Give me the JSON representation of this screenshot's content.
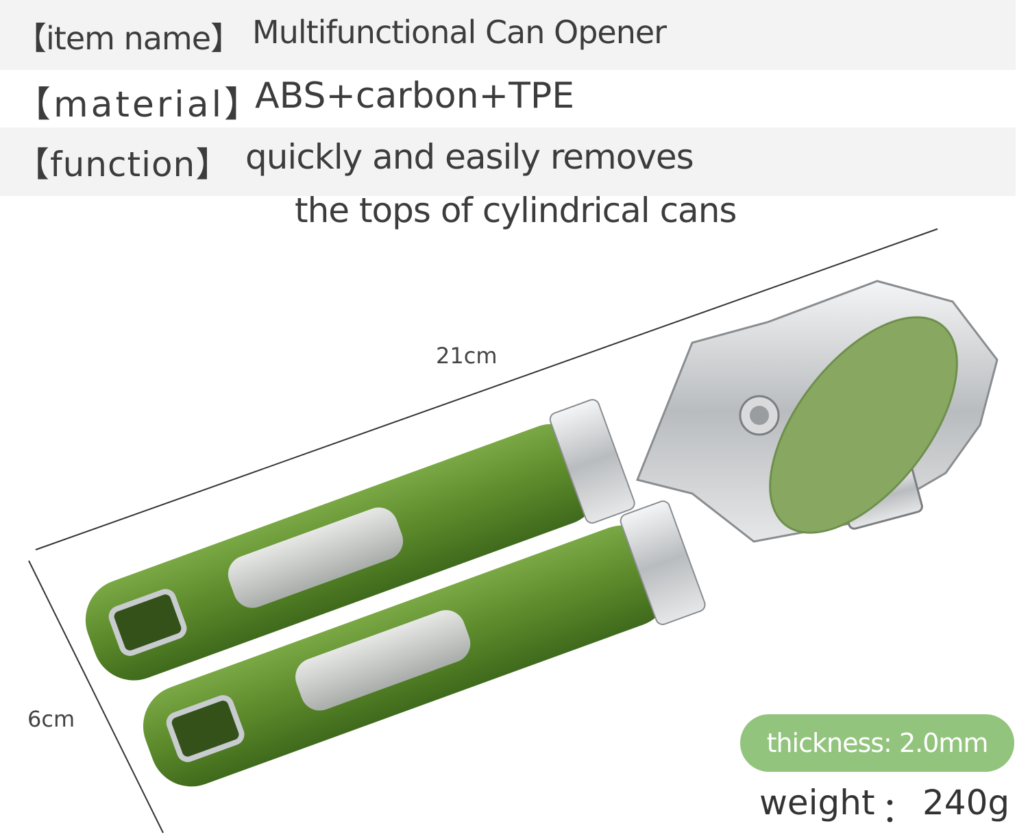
{
  "specs": {
    "item_name_label": "【item name】",
    "item_name_value": "Multifunctional Can Opener",
    "material_label": "【material】",
    "material_value": "ABS+carbon+TPE",
    "function_label": "【function】",
    "function_line1": "quickly and easily removes",
    "function_line2": "the tops of cylindrical cans"
  },
  "dimensions": {
    "length": "21cm",
    "width": "6cm"
  },
  "badge": {
    "thickness": "thickness: 2.0mm"
  },
  "weight": {
    "label": "weight",
    "separator": "：",
    "value": "240g"
  },
  "colors": {
    "handle_green": "#5e8a2e",
    "badge_green": "#93c47d",
    "steel": "#c9ccce"
  }
}
